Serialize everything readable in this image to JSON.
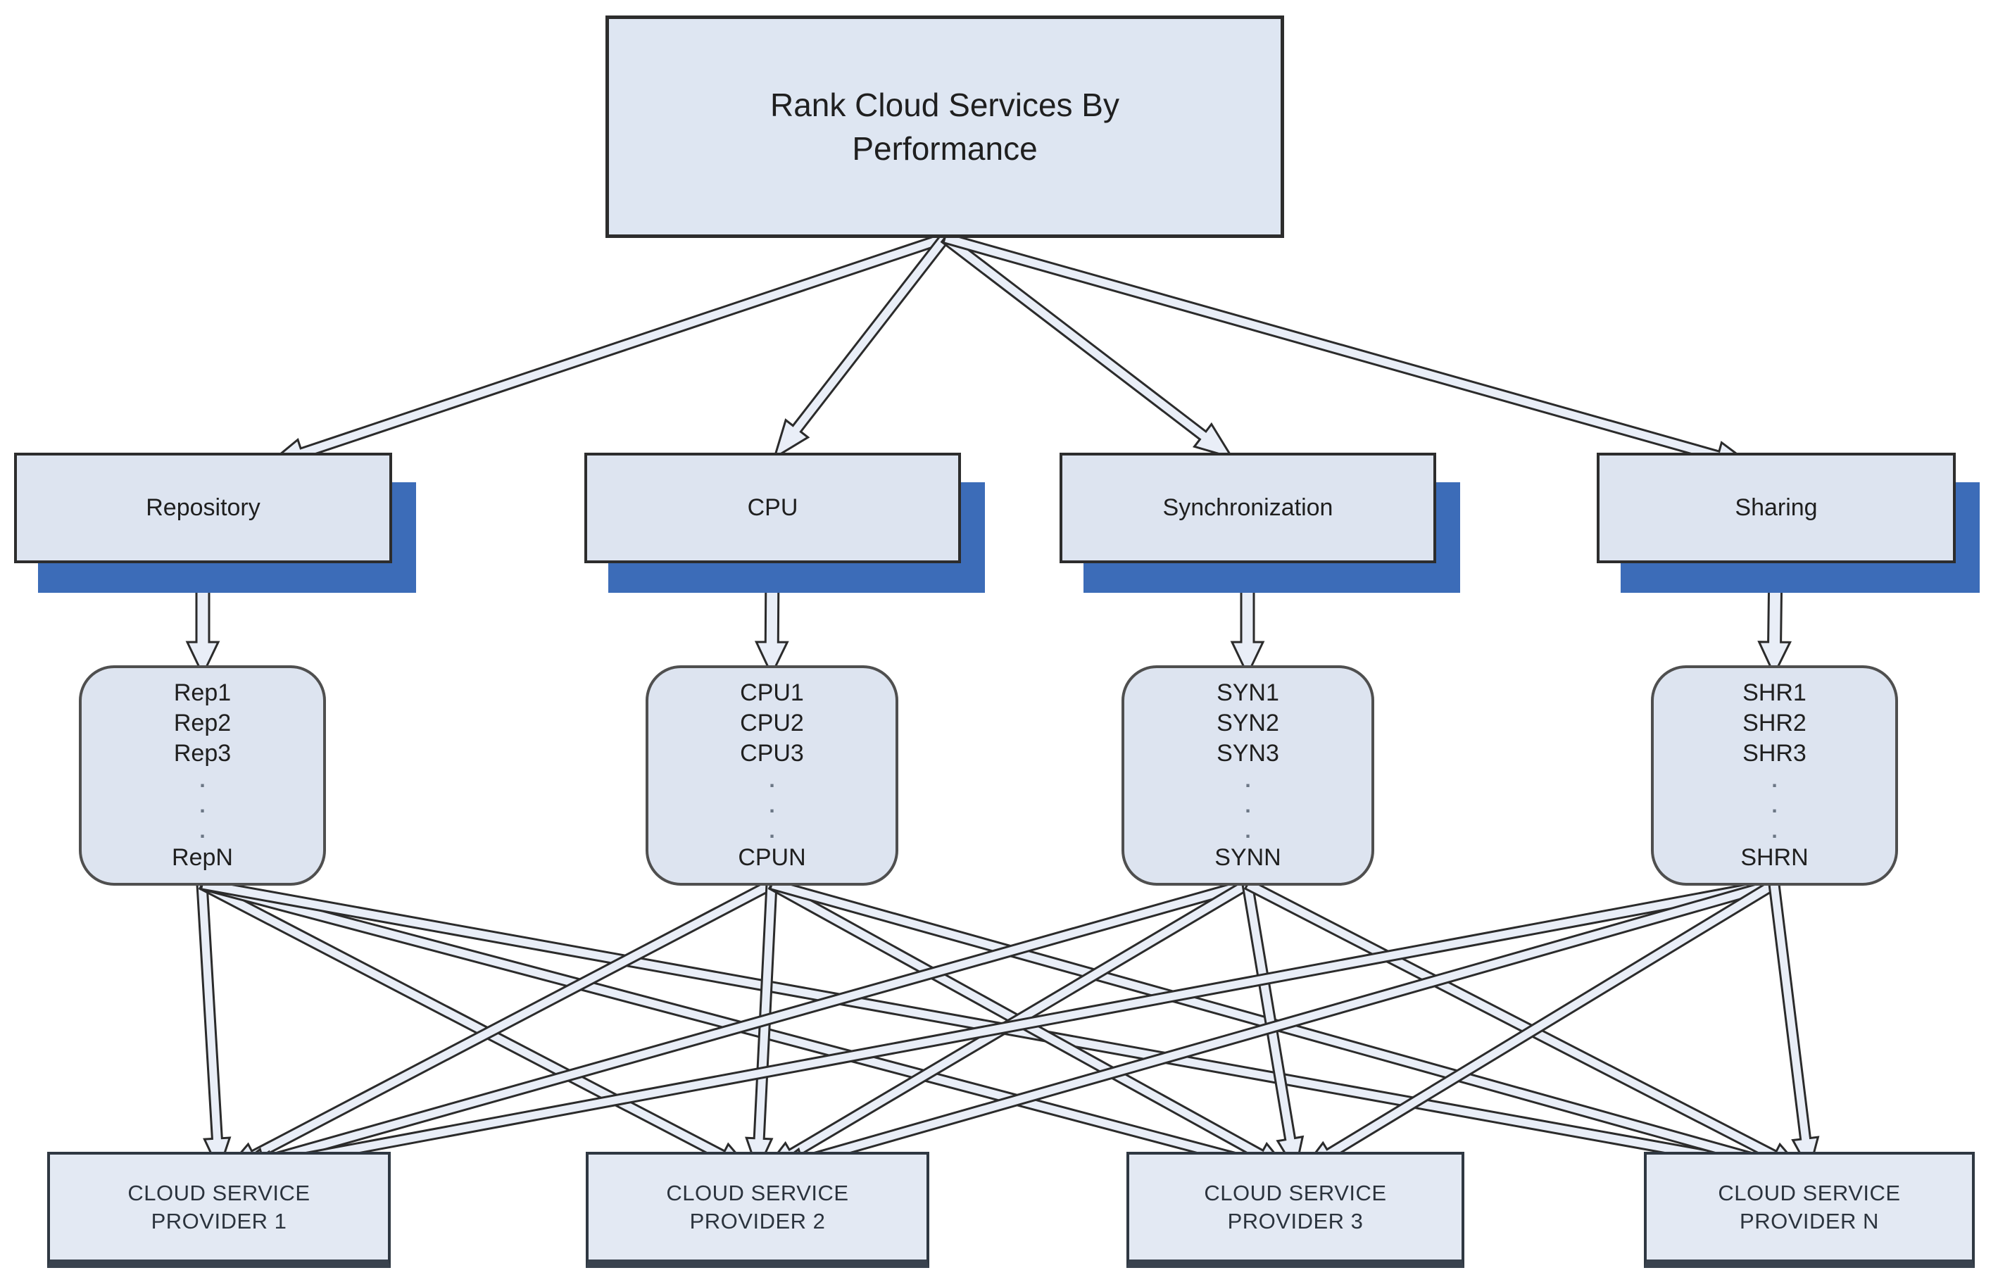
{
  "title": "Rank Cloud Services By Performance",
  "criteria": [
    {
      "label": "Repository",
      "alts": [
        "Rep1",
        "Rep2",
        "Rep3"
      ],
      "alt_last": "RepN"
    },
    {
      "label": "CPU",
      "alts": [
        "CPU1",
        "CPU2",
        "CPU3"
      ],
      "alt_last": "CPUN"
    },
    {
      "label": "Synchronization",
      "alts": [
        "SYN1",
        "SYN2",
        "SYN3"
      ],
      "alt_last": "SYNN"
    },
    {
      "label": "Sharing",
      "alts": [
        "SHR1",
        "SHR2",
        "SHR3"
      ],
      "alt_last": "SHRN"
    }
  ],
  "providers": [
    {
      "line1": "CLOUD SERVICE",
      "line2": "PROVIDER 1"
    },
    {
      "line1": "CLOUD SERVICE",
      "line2": "PROVIDER 2"
    },
    {
      "line1": "CLOUD SERVICE",
      "line2": "PROVIDER 3"
    },
    {
      "line1": "CLOUD SERVICE",
      "line2": "PROVIDER N"
    }
  ],
  "glyphs": {
    "dot": "."
  },
  "colors": {
    "box_fill": "#dde4f0",
    "box_border": "#2d2d2d",
    "shadow_blue": "#3c6cb8",
    "arrow_fill": "#e9eef7",
    "arrow_stroke": "#2b2b2b",
    "provider_bottom_edge": "#39424e",
    "background": "#ffffff"
  }
}
